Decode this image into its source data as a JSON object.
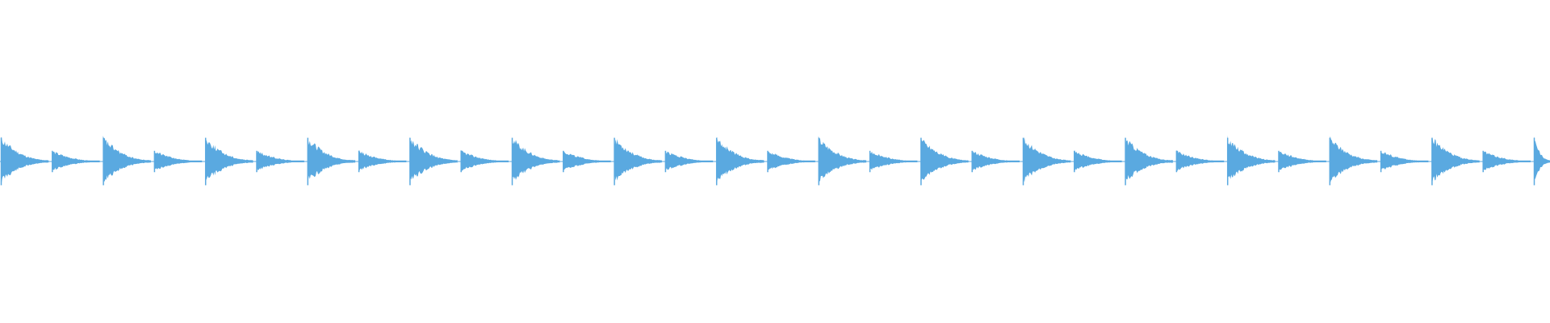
{
  "waveform": {
    "color": "#5aa9e0",
    "background": "#ffffff",
    "beat_count": 16,
    "strokes": [
      {
        "accent": "strong",
        "peak": 1.0
      },
      {
        "accent": "weak",
        "peak": 0.45
      }
    ],
    "decay": 0.72
  }
}
